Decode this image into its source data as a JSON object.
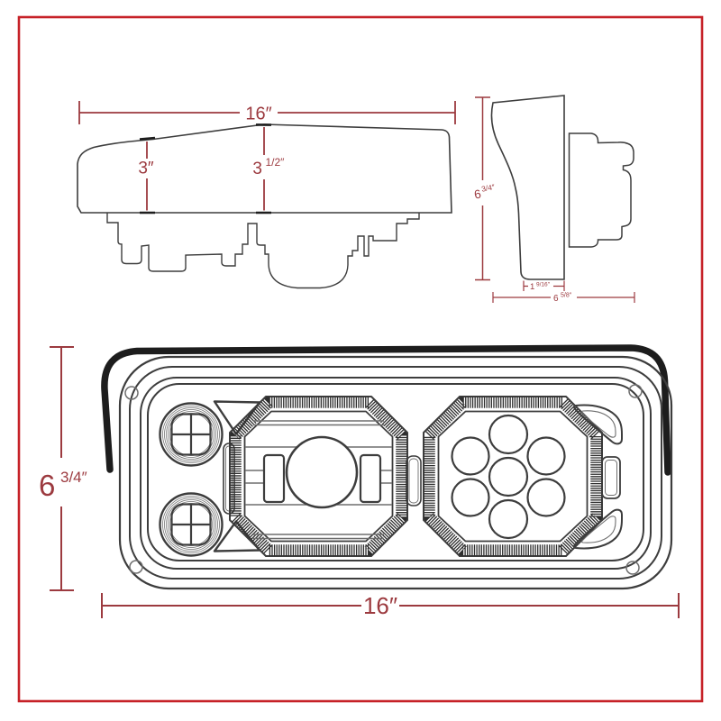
{
  "page": {
    "frame_color": "#c62127",
    "background": "#ffffff",
    "dimension_color": "#9c3a3f",
    "line_color": "#3d3d3d"
  },
  "dims": {
    "top_width": "16″",
    "top_height_left": "3″",
    "top_height_right_whole": "3",
    "top_height_right_frac": "1/2″",
    "side_height_whole": "6",
    "side_height_frac": "3/4″",
    "side_depth_lens_whole": "1",
    "side_depth_lens_frac": "9/16″",
    "side_depth_overall_whole": "6",
    "side_depth_overall_frac": "5/8″",
    "front_height_whole": "6",
    "front_height_frac": "3/4″",
    "front_width": "16″"
  }
}
